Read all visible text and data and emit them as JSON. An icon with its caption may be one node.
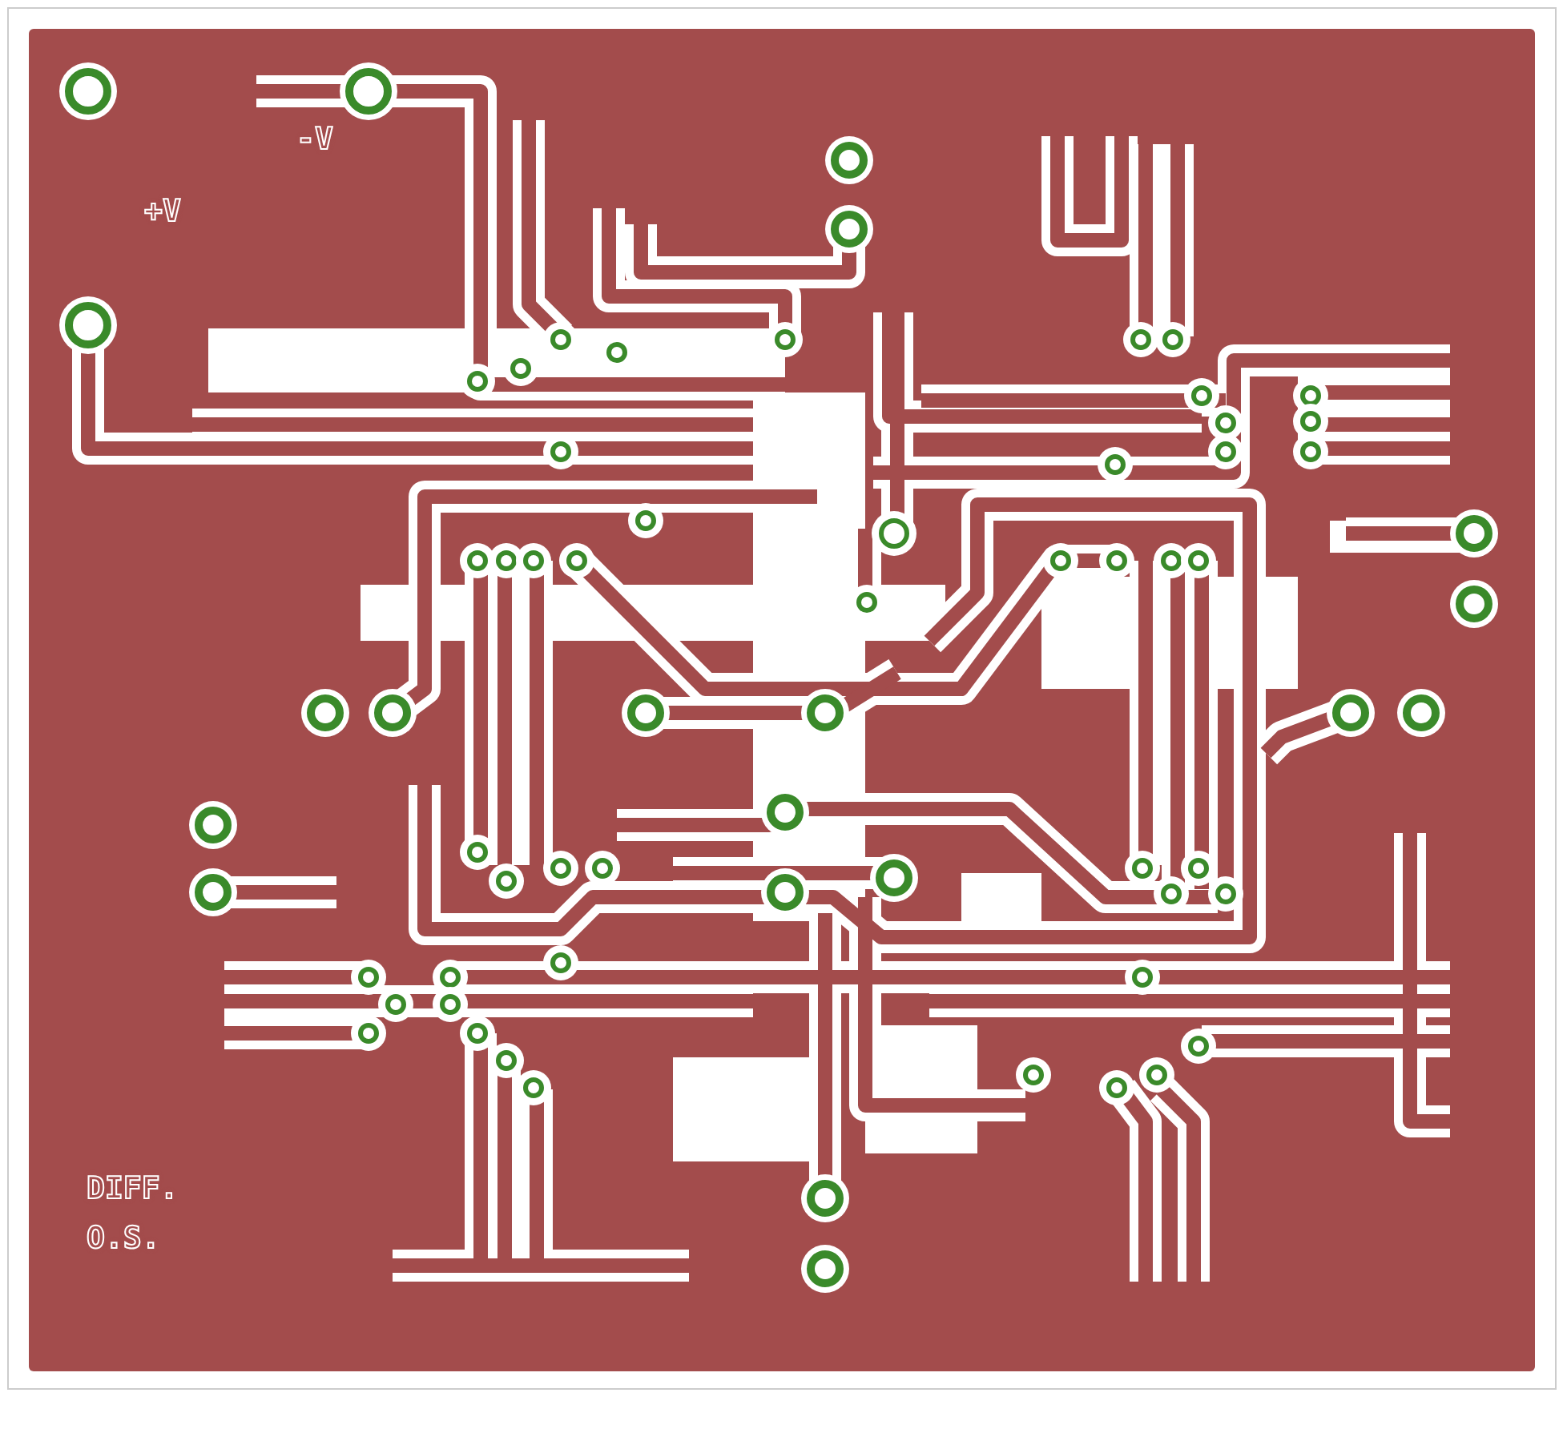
{
  "diagram": {
    "labels": [
      "-V",
      "+V",
      "DIFF. O.S."
    ]
  }
}
